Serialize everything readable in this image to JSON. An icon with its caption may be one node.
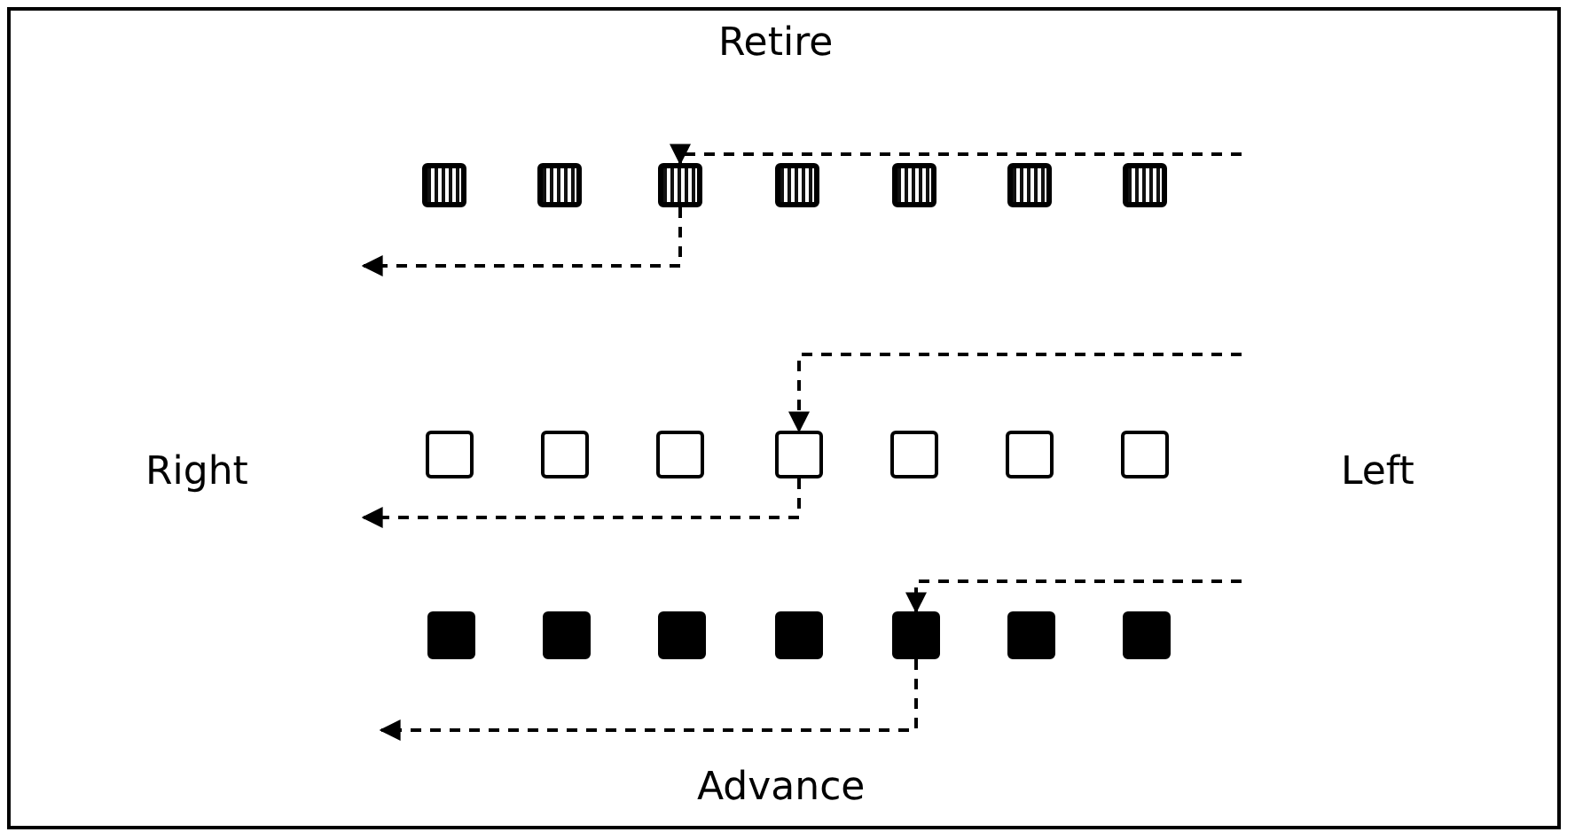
{
  "diagram": {
    "nodes": [
      {
        "text": [],
        "shape": "box"
      },
      {
        "text": [],
        "shape": "box"
      },
      {
        "text": [],
        "shape": "box"
      },
      {
        "text": [],
        "shape": "box"
      },
      {
        "text": [],
        "shape": "box"
      },
      {
        "text": [],
        "shape": "box"
      },
      {
        "text": [],
        "shape": "box"
      },
      {
        "text": [],
        "shape": "box"
      },
      {
        "text": [],
        "shape": "box"
      },
      {
        "text": [],
        "shape": "box"
      },
      {
        "text": [],
        "shape": "box"
      },
      {
        "text": [],
        "shape": "box"
      },
      {
        "text": [],
        "shape": "box"
      },
      {
        "text": [],
        "shape": "box"
      },
      {
        "text": [],
        "shape": "box"
      },
      {
        "text": [],
        "shape": "box"
      },
      {
        "text": [],
        "shape": "box"
      },
      {
        "text": [],
        "shape": "box"
      },
      {
        "text": [],
        "shape": "box"
      },
      {
        "text": [],
        "shape": "box"
      },
      {
        "text": [],
        "shape": "box"
      }
    ],
    "edges": [
      {
        "from": null,
        "to": 2,
        "arrow": "to",
        "style": "dashed"
      },
      {
        "from": 2,
        "to": null,
        "arrow": "to",
        "style": "dashed"
      },
      {
        "from": null,
        "to": 10,
        "arrow": "to",
        "style": "dashed"
      },
      {
        "from": 10,
        "to": null,
        "arrow": "to",
        "style": "dashed"
      },
      {
        "from": null,
        "to": 18,
        "arrow": "to",
        "style": "dashed"
      },
      {
        "from": 18,
        "to": null,
        "arrow": "to",
        "style": "dashed"
      }
    ],
    "labels": [
      "Retire",
      "Right",
      "Left",
      "Advance"
    ]
  }
}
